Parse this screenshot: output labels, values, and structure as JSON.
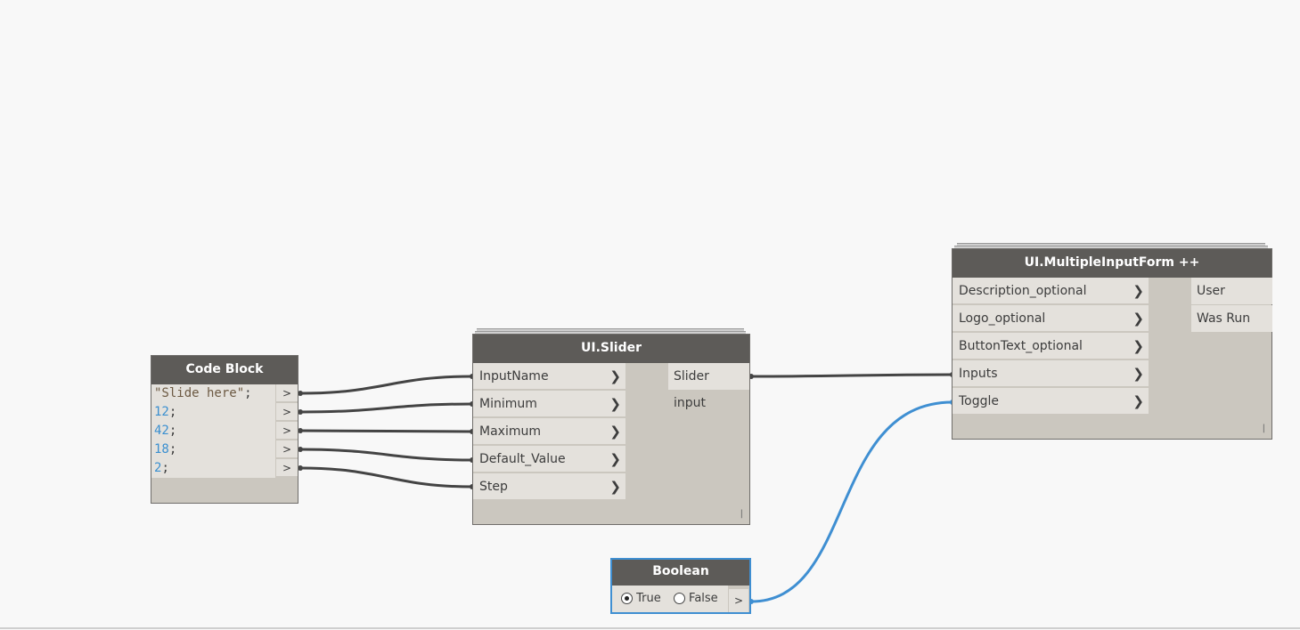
{
  "code_block": {
    "title": "Code Block",
    "lines": [
      {
        "text": "\"Slide here\"",
        "suffix": ";",
        "kind": "string"
      },
      {
        "text": "12",
        "suffix": ";",
        "kind": "number"
      },
      {
        "text": "42",
        "suffix": ";",
        "kind": "number"
      },
      {
        "text": "18",
        "suffix": ";",
        "kind": "number"
      },
      {
        "text": "2",
        "suffix": ";",
        "kind": "number"
      }
    ],
    "output_glyph": ">"
  },
  "slider_node": {
    "title": "UI.Slider",
    "inputs": [
      "InputName",
      "Minimum",
      "Maximum",
      "Default_Value",
      "Step"
    ],
    "output": "Slider input",
    "resize_glyph": "|"
  },
  "form_node": {
    "title": "UI.MultipleInputForm ++",
    "inputs": [
      "Description_optional",
      "Logo_optional",
      "ButtonText_optional",
      "Inputs",
      "Toggle"
    ],
    "outputs": [
      "User Inputs",
      "Was Run"
    ],
    "resize_glyph": "|"
  },
  "boolean_node": {
    "title": "Boolean",
    "true_label": "True",
    "false_label": "False",
    "selected": "True",
    "output_glyph": ">"
  },
  "colors": {
    "canvas": "#f8f8f8",
    "node_header": "#5d5b58",
    "node_body": "#cbc7bf",
    "port": "#e4e1dc",
    "wire": "#444444",
    "selected_wire": "#3f8fd2",
    "number_text": "#3a8fd0"
  },
  "chevron_glyph": "❯"
}
